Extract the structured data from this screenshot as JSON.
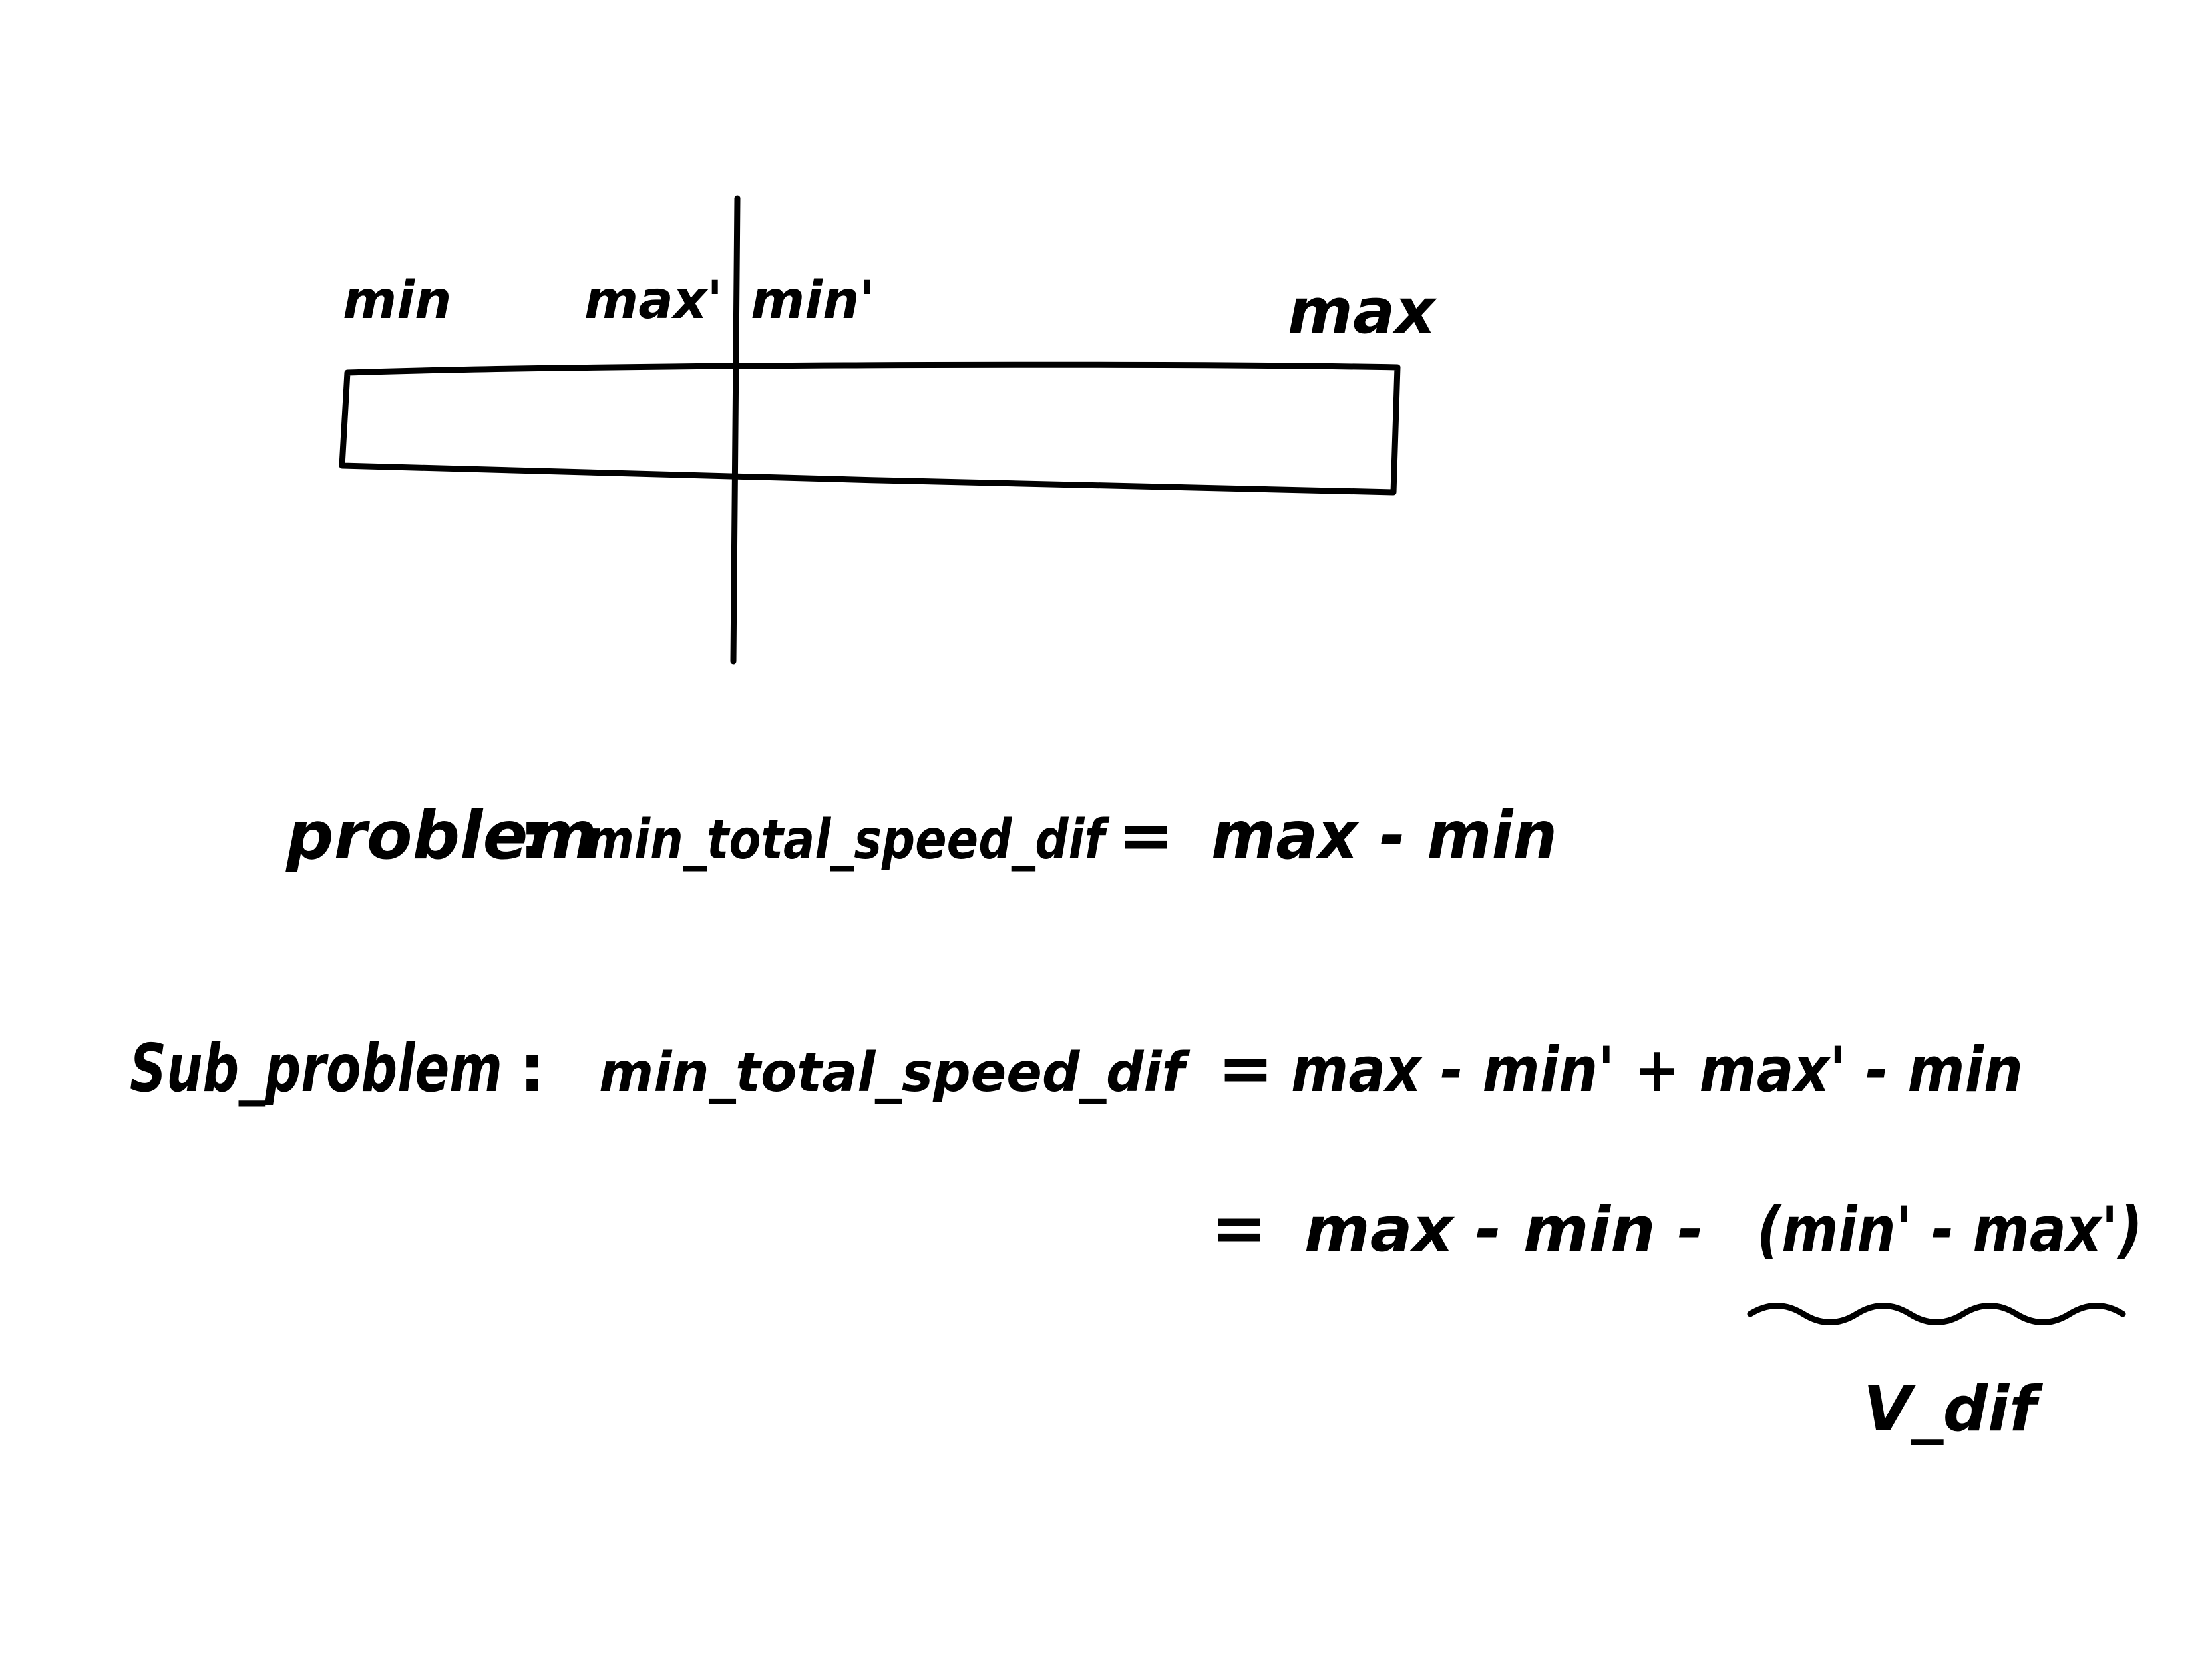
{
  "diagram": {
    "labels": {
      "min": "min",
      "max_prime": "max'",
      "min_prime": "min'",
      "max": "max"
    }
  },
  "equations": {
    "problem_label": "problem",
    "problem_lhs": "min_total_speed_dif",
    "problem_rhs": "max - min",
    "sub_problem_label": "Sub_problem",
    "sub_problem_lhs": "min_total_speed_dif",
    "sub_problem_rhs": "max - min' + max' - min",
    "expansion_rhs": "max - min - ",
    "grouped_term": "(min' - max')",
    "brace_label": "V_dif"
  },
  "colors": {
    "ink": "#000000",
    "paper": "#ffffff"
  }
}
